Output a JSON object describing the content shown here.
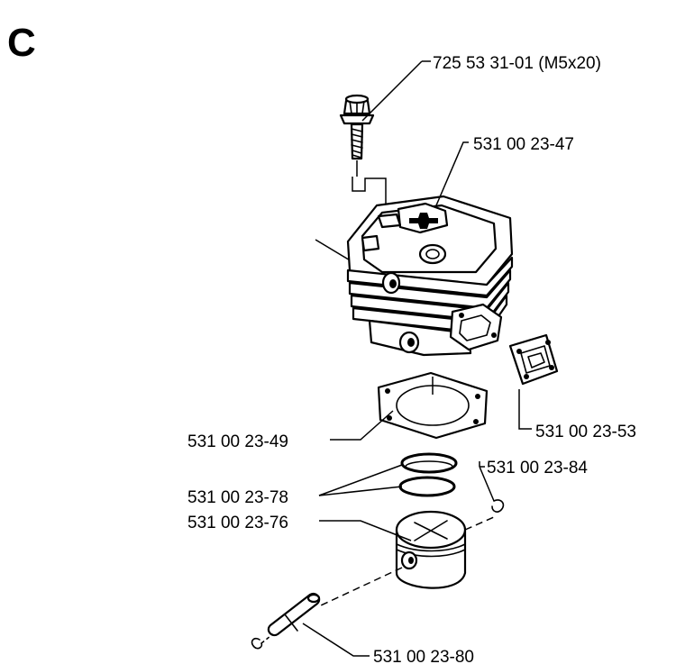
{
  "section_letter": "C",
  "parts": {
    "screw": "725 53 31-01 (M5x20)",
    "cylinder": "531 00 23-47",
    "cylinder_gasket": "531 00 23-49",
    "exhaust_gasket": "531 00 23-53",
    "circlip": "531 00 23-84",
    "piston_rings": "531 00 23-78",
    "piston": "531 00 23-76",
    "piston_pin": "531 00 23-80"
  }
}
